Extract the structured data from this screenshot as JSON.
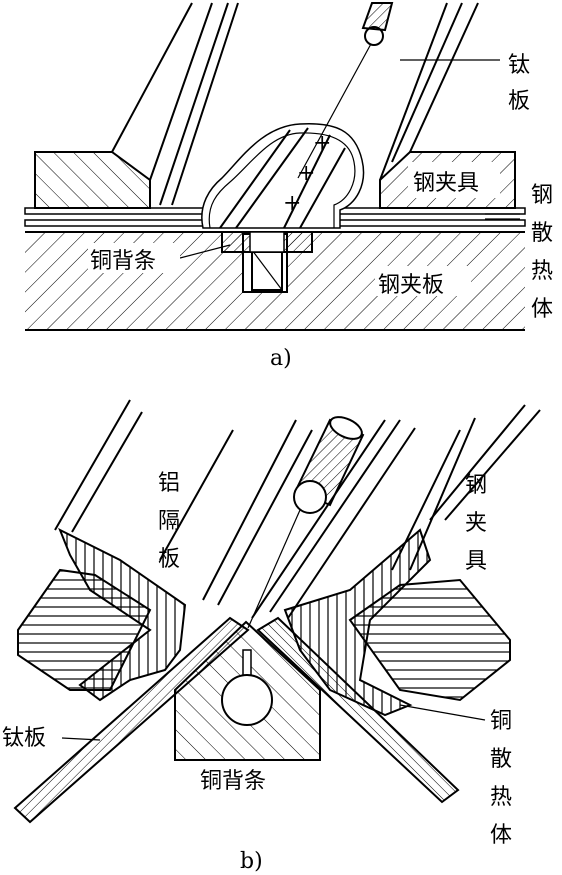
{
  "figure_a": {
    "caption": "a)",
    "labels": {
      "titanium_plate": [
        "钛",
        "板"
      ],
      "steel_fixture": "钢夹具",
      "copper_heatsink": [
        "钢",
        "散",
        "热",
        "体"
      ],
      "copper_backing": "铜背条",
      "steel_clamp_plate": "钢夹板"
    }
  },
  "figure_b": {
    "caption": "b)",
    "labels": {
      "aluminum_separator": [
        "铝",
        "隔",
        "板"
      ],
      "steel_fixture": [
        "钢",
        "夹",
        "具"
      ],
      "titanium_plate": "钛板",
      "copper_backing": "铜背条",
      "copper_heatsink": [
        "铜",
        "散",
        "热",
        "体"
      ]
    }
  }
}
